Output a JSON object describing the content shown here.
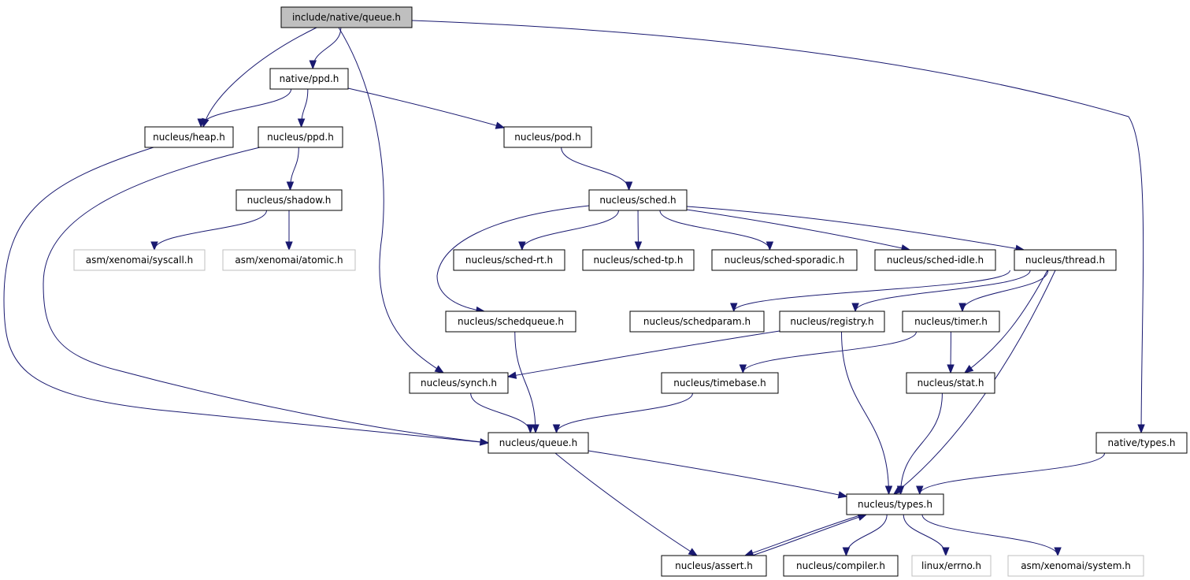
{
  "colors": {
    "edge": "#191970",
    "root_fill": "#bfbfbf",
    "node_border": "#000000",
    "external_border": "#bfbfbf"
  },
  "nodes": {
    "include_native_queue": "include/native/queue.h",
    "native_ppd": "native/ppd.h",
    "nucleus_heap": "nucleus/heap.h",
    "nucleus_ppd": "nucleus/ppd.h",
    "nucleus_pod": "nucleus/pod.h",
    "nucleus_shadow": "nucleus/shadow.h",
    "asm_syscall": "asm/xenomai/syscall.h",
    "asm_atomic": "asm/xenomai/atomic.h",
    "nucleus_sched": "nucleus/sched.h",
    "nucleus_sched_rt": "nucleus/sched-rt.h",
    "nucleus_sched_tp": "nucleus/sched-tp.h",
    "nucleus_sched_sporadic": "nucleus/sched-sporadic.h",
    "nucleus_sched_idle": "nucleus/sched-idle.h",
    "nucleus_thread": "nucleus/thread.h",
    "nucleus_schedqueue": "nucleus/schedqueue.h",
    "nucleus_schedparam": "nucleus/schedparam.h",
    "nucleus_registry": "nucleus/registry.h",
    "nucleus_timer": "nucleus/timer.h",
    "nucleus_synch": "nucleus/synch.h",
    "nucleus_timebase": "nucleus/timebase.h",
    "nucleus_stat": "nucleus/stat.h",
    "nucleus_queue": "nucleus/queue.h",
    "native_types": "native/types.h",
    "nucleus_types": "nucleus/types.h",
    "nucleus_assert": "nucleus/assert.h",
    "nucleus_compiler": "nucleus/compiler.h",
    "linux_errno": "linux/errno.h",
    "asm_system": "asm/xenomai/system.h"
  },
  "edges": [
    [
      "include_native_queue",
      "native_ppd"
    ],
    [
      "include_native_queue",
      "nucleus_heap"
    ],
    [
      "include_native_queue",
      "nucleus_synch"
    ],
    [
      "include_native_queue",
      "native_types"
    ],
    [
      "native_ppd",
      "nucleus_heap"
    ],
    [
      "native_ppd",
      "nucleus_ppd"
    ],
    [
      "native_ppd",
      "nucleus_pod"
    ],
    [
      "nucleus_heap",
      "nucleus_queue"
    ],
    [
      "nucleus_ppd",
      "nucleus_shadow"
    ],
    [
      "nucleus_ppd",
      "nucleus_queue"
    ],
    [
      "nucleus_shadow",
      "asm_syscall"
    ],
    [
      "nucleus_shadow",
      "asm_atomic"
    ],
    [
      "nucleus_pod",
      "nucleus_sched"
    ],
    [
      "nucleus_sched",
      "nucleus_sched_rt"
    ],
    [
      "nucleus_sched",
      "nucleus_sched_tp"
    ],
    [
      "nucleus_sched",
      "nucleus_sched_sporadic"
    ],
    [
      "nucleus_sched",
      "nucleus_sched_idle"
    ],
    [
      "nucleus_sched",
      "nucleus_thread"
    ],
    [
      "nucleus_sched",
      "nucleus_schedqueue"
    ],
    [
      "nucleus_thread",
      "nucleus_schedparam"
    ],
    [
      "nucleus_thread",
      "nucleus_registry"
    ],
    [
      "nucleus_thread",
      "nucleus_timer"
    ],
    [
      "nucleus_thread",
      "nucleus_stat"
    ],
    [
      "nucleus_thread",
      "nucleus_types"
    ],
    [
      "nucleus_schedqueue",
      "nucleus_queue"
    ],
    [
      "nucleus_registry",
      "nucleus_synch"
    ],
    [
      "nucleus_registry",
      "nucleus_types"
    ],
    [
      "nucleus_timer",
      "nucleus_timebase"
    ],
    [
      "nucleus_timer",
      "nucleus_stat"
    ],
    [
      "nucleus_synch",
      "nucleus_queue"
    ],
    [
      "nucleus_timebase",
      "nucleus_queue"
    ],
    [
      "nucleus_stat",
      "nucleus_types"
    ],
    [
      "nucleus_queue",
      "nucleus_types"
    ],
    [
      "nucleus_queue",
      "nucleus_assert"
    ],
    [
      "native_types",
      "nucleus_types"
    ],
    [
      "nucleus_types",
      "nucleus_assert"
    ],
    [
      "nucleus_assert",
      "nucleus_types"
    ],
    [
      "nucleus_types",
      "nucleus_compiler"
    ],
    [
      "nucleus_types",
      "linux_errno"
    ],
    [
      "nucleus_types",
      "asm_system"
    ]
  ]
}
